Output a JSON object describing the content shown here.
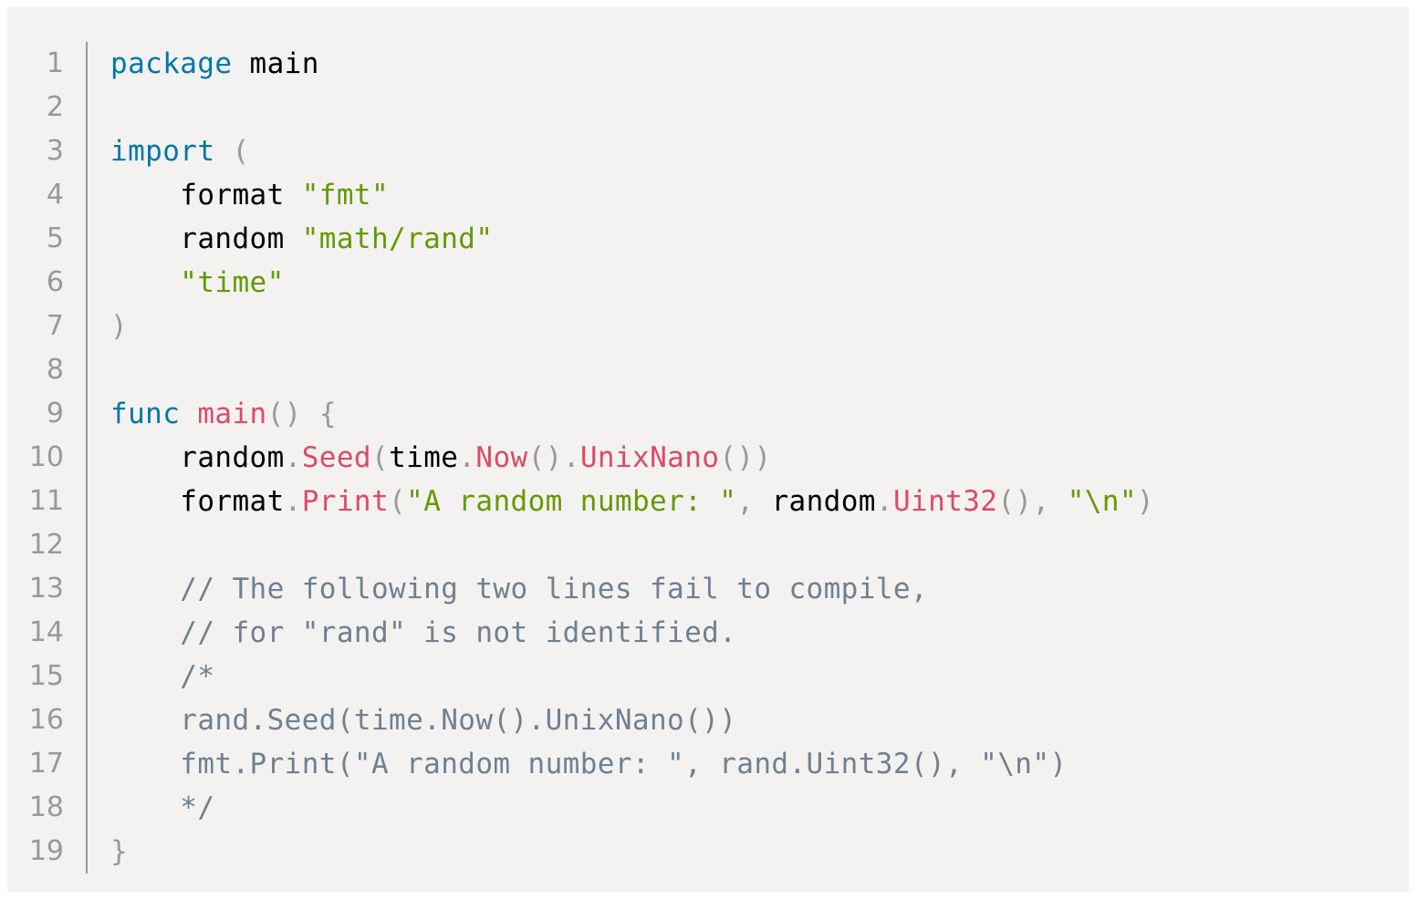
{
  "code": {
    "line_numbers": [
      "1",
      "2",
      "3",
      "4",
      "5",
      "6",
      "7",
      "8",
      "9",
      "10",
      "11",
      "12",
      "13",
      "14",
      "15",
      "16",
      "17",
      "18",
      "19"
    ],
    "lines": [
      [
        [
          "keyword",
          "package"
        ],
        [
          "plain",
          " main"
        ]
      ],
      [],
      [
        [
          "keyword",
          "import"
        ],
        [
          "plain",
          " "
        ],
        [
          "punctuation",
          "("
        ]
      ],
      [
        [
          "plain",
          "    format "
        ],
        [
          "string",
          "\"fmt\""
        ]
      ],
      [
        [
          "plain",
          "    random "
        ],
        [
          "string",
          "\"math/rand\""
        ]
      ],
      [
        [
          "plain",
          "    "
        ],
        [
          "string",
          "\"time\""
        ]
      ],
      [
        [
          "punctuation",
          ")"
        ]
      ],
      [],
      [
        [
          "keyword",
          "func"
        ],
        [
          "plain",
          " "
        ],
        [
          "function",
          "main"
        ],
        [
          "punctuation",
          "()"
        ],
        [
          "plain",
          " "
        ],
        [
          "punctuation",
          "{"
        ]
      ],
      [
        [
          "plain",
          "    random"
        ],
        [
          "punctuation",
          "."
        ],
        [
          "function",
          "Seed"
        ],
        [
          "punctuation",
          "("
        ],
        [
          "plain",
          "time"
        ],
        [
          "punctuation",
          "."
        ],
        [
          "function",
          "Now"
        ],
        [
          "punctuation",
          "()."
        ],
        [
          "function",
          "UnixNano"
        ],
        [
          "punctuation",
          "())"
        ]
      ],
      [
        [
          "plain",
          "    format"
        ],
        [
          "punctuation",
          "."
        ],
        [
          "function",
          "Print"
        ],
        [
          "punctuation",
          "("
        ],
        [
          "string",
          "\"A random number: \""
        ],
        [
          "punctuation",
          ","
        ],
        [
          "plain",
          " random"
        ],
        [
          "punctuation",
          "."
        ],
        [
          "function",
          "Uint32"
        ],
        [
          "punctuation",
          "(),"
        ],
        [
          "plain",
          " "
        ],
        [
          "string",
          "\"\\n\""
        ],
        [
          "punctuation",
          ")"
        ]
      ],
      [],
      [
        [
          "plain",
          "    "
        ],
        [
          "comment",
          "// The following two lines fail to compile,"
        ]
      ],
      [
        [
          "plain",
          "    "
        ],
        [
          "comment",
          "// for \"rand\" is not identified."
        ]
      ],
      [
        [
          "plain",
          "    "
        ],
        [
          "comment",
          "/*"
        ]
      ],
      [
        [
          "comment",
          "    rand.Seed(time.Now().UnixNano())"
        ]
      ],
      [
        [
          "comment",
          "    fmt.Print(\"A random number: \", rand.Uint32(), \"\\n\")"
        ]
      ],
      [
        [
          "comment",
          "    */"
        ]
      ],
      [
        [
          "punctuation",
          "}"
        ]
      ]
    ]
  }
}
